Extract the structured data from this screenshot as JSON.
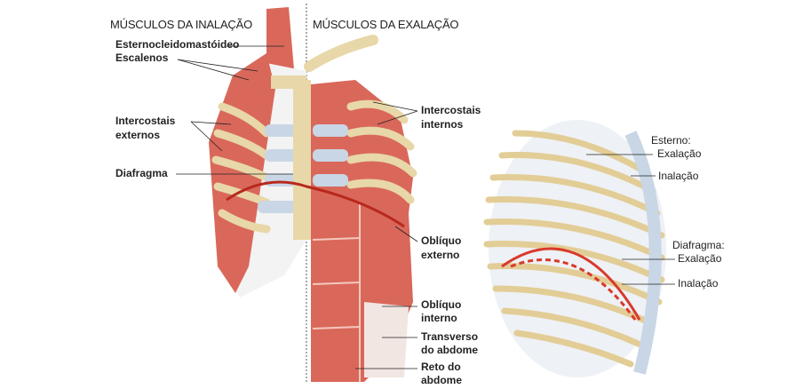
{
  "headers": {
    "inhalation": "MÚSCULOS DA INALAÇÃO",
    "exhalation": "MÚSCULOS DA EXALAÇÃO"
  },
  "left_labels": {
    "scm": "Esternocleidomastóideo",
    "scalenes": "Escalenos",
    "ext_intercostals_1": "Intercostais",
    "ext_intercostals_2": "externos",
    "diaphragm": "Diafragma"
  },
  "right_labels": {
    "int_intercostals_1": "Intercostais",
    "int_intercostals_2": "internos",
    "ext_oblique_1": "Oblíquo",
    "ext_oblique_2": "externo",
    "int_oblique_1": "Oblíquo",
    "int_oblique_2": "interno",
    "transverse_1": "Transverso",
    "transverse_2": "do abdome",
    "rectus_1": "Reto do",
    "rectus_2": "abdome"
  },
  "ribcage_labels": {
    "sternum": "Esterno:",
    "sternum_exhale": "Exalação",
    "sternum_inhale": "Inalação",
    "diaphragm": "Diafragma:",
    "diaphragm_exhale": "Exalação",
    "diaphragm_inhale": "Inalação"
  },
  "colors": {
    "muscle": "#d9685a",
    "bone": "#e8d7a8",
    "cartilage": "#c9d6e6",
    "diaphragm_line": "#d9392b"
  }
}
